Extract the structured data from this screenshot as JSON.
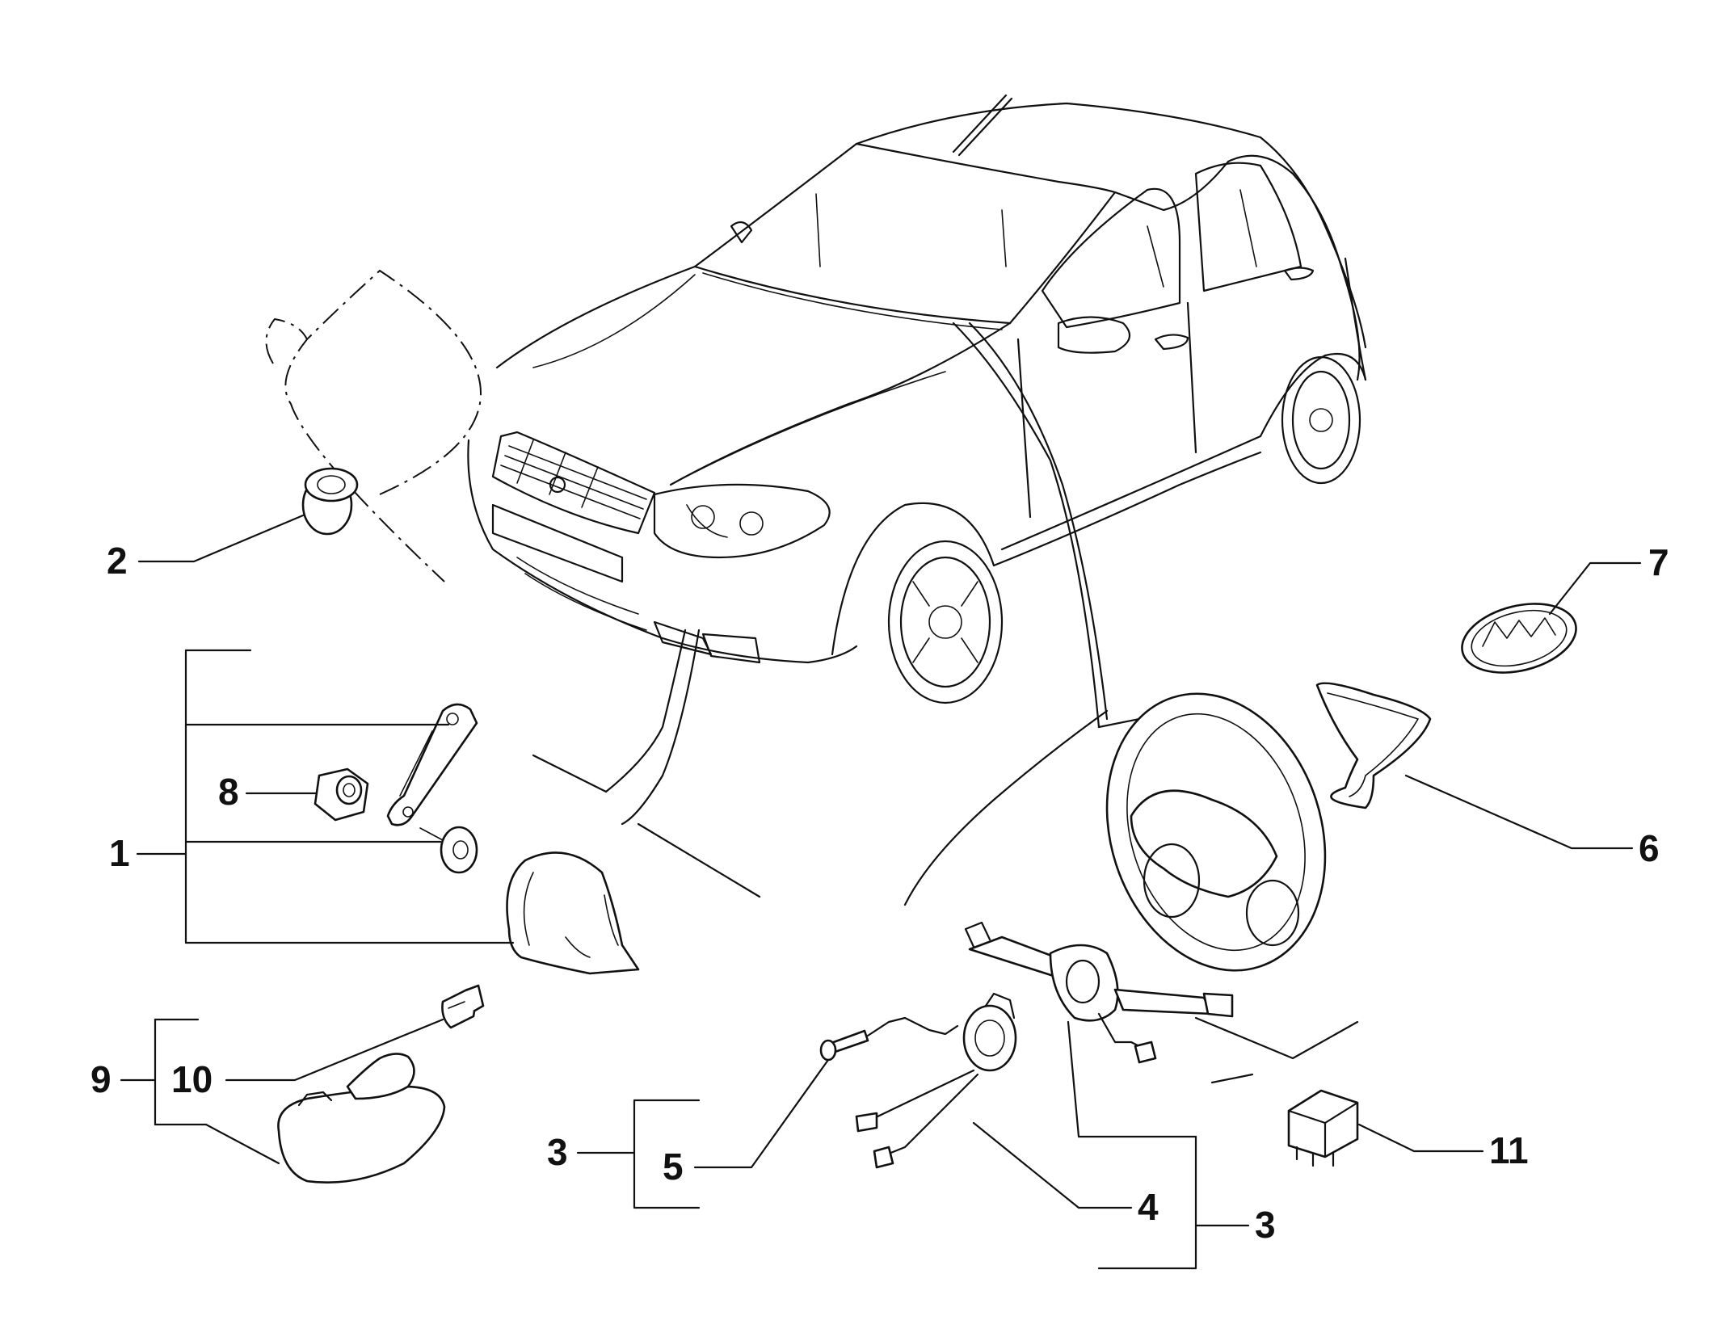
{
  "callouts": {
    "c1": "1",
    "c2": "2",
    "c3a": "3",
    "c3b": "3",
    "c4": "4",
    "c5": "5",
    "c6": "6",
    "c7": "7",
    "c8": "8",
    "c9": "9",
    "c10": "10",
    "c11": "11"
  },
  "colors": {
    "line": "#111111",
    "background": "#ffffff"
  }
}
